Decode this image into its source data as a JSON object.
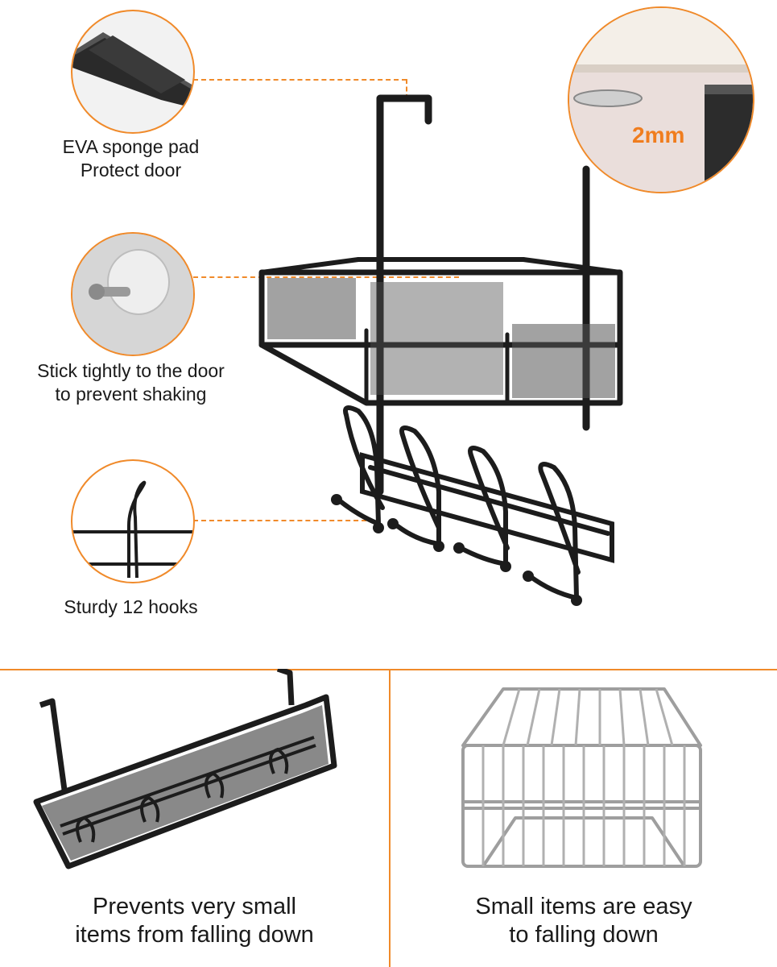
{
  "features": {
    "eva_pad": {
      "line1": "EVA sponge pad",
      "line2": "Protect door"
    },
    "stick": {
      "line1": "Stick tightly to the door",
      "line2": "to prevent shaking"
    },
    "hooks": {
      "line1": "Sturdy 12 hooks"
    },
    "thickness": {
      "label": "2mm"
    }
  },
  "bottom": {
    "left": {
      "line1": "Prevents very small",
      "line2": "items from falling down"
    },
    "right": {
      "line1": "Small items are easy",
      "line2": "to falling down"
    }
  },
  "colors": {
    "accent": "#f08a2a",
    "product": "#1c1c1c",
    "wire": "#b0b0b0",
    "label_2mm": "#f07d1e"
  }
}
